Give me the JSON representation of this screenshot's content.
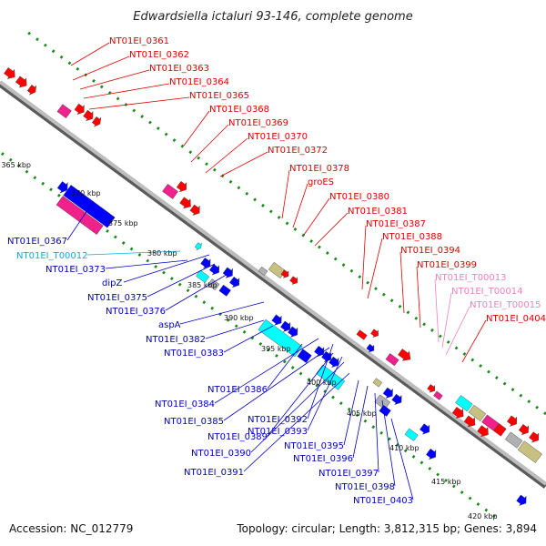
{
  "title": "Edwardsiella ictaluri 93-146, complete genome",
  "footer": {
    "accession": "Accession: NC_012779",
    "summary": "Topology: circular; Length: 3,812,315 bp; Genes: 3,894"
  },
  "colors": {
    "forward_label": "#e00000",
    "reverse_label": "#0000c0",
    "trna_label": "#00b0e0",
    "pseudo_label": "#f080c0",
    "backbone": "#7a7a7a",
    "tick_green": "#1a8a1a",
    "gene_red": "#ff0000",
    "gene_blue": "#0000ff",
    "gene_magenta": "#f0208c",
    "gene_cyan": "#00ffff",
    "gene_olive": "#c8c080",
    "gene_grey": "#b0b0b0"
  },
  "ruler": [
    "365 kbp",
    "370 kbp",
    "375 kbp",
    "380 kbp",
    "385 kbp",
    "390 kbp",
    "395 kbp",
    "400 kbp",
    "405 kbp",
    "410 kbp",
    "415 kbp",
    "420 kbp"
  ],
  "top_labels": [
    {
      "text": "NT01EI_0361",
      "kind": "forward"
    },
    {
      "text": "NT01EI_0362",
      "kind": "forward"
    },
    {
      "text": "NT01EI_0363",
      "kind": "forward"
    },
    {
      "text": "NT01EI_0364",
      "kind": "forward"
    },
    {
      "text": "NT01EI_0365",
      "kind": "forward"
    },
    {
      "text": "NT01EI_0368",
      "kind": "forward"
    },
    {
      "text": "NT01EI_0369",
      "kind": "forward"
    },
    {
      "text": "NT01EI_0370",
      "kind": "forward"
    },
    {
      "text": "NT01EI_0372",
      "kind": "forward"
    },
    {
      "text": "NT01EI_0378",
      "kind": "forward"
    },
    {
      "text": "groES",
      "kind": "forward"
    },
    {
      "text": "NT01EI_0380",
      "kind": "forward"
    },
    {
      "text": "NT01EI_0381",
      "kind": "forward"
    },
    {
      "text": "NT01EI_0387",
      "kind": "forward"
    },
    {
      "text": "NT01EI_0388",
      "kind": "forward"
    },
    {
      "text": "NT01EI_0394",
      "kind": "forward"
    },
    {
      "text": "NT01EI_0399",
      "kind": "forward"
    },
    {
      "text": "NT01EI_T00013",
      "kind": "pseudo"
    },
    {
      "text": "NT01EI_T00014",
      "kind": "pseudo"
    },
    {
      "text": "NT01EI_T00015",
      "kind": "pseudo"
    },
    {
      "text": "NT01EI_0404",
      "kind": "forward"
    }
  ],
  "bottom_labels": [
    {
      "text": "NT01EI_0367",
      "kind": "reverse"
    },
    {
      "text": "NT01EI_T00012",
      "kind": "trna"
    },
    {
      "text": "NT01EI_0373",
      "kind": "reverse"
    },
    {
      "text": "dipZ",
      "kind": "reverse"
    },
    {
      "text": "NT01EI_0375",
      "kind": "reverse"
    },
    {
      "text": "NT01EI_0376",
      "kind": "reverse"
    },
    {
      "text": "aspA",
      "kind": "reverse"
    },
    {
      "text": "NT01EI_0382",
      "kind": "reverse"
    },
    {
      "text": "NT01EI_0383",
      "kind": "reverse"
    },
    {
      "text": "NT01EI_0386",
      "kind": "reverse"
    },
    {
      "text": "NT01EI_0384",
      "kind": "reverse"
    },
    {
      "text": "NT01EI_0385",
      "kind": "reverse"
    },
    {
      "text": "NT01EI_0392",
      "kind": "reverse"
    },
    {
      "text": "NT01EI_0389",
      "kind": "reverse"
    },
    {
      "text": "NT01EI_0393",
      "kind": "reverse"
    },
    {
      "text": "NT01EI_0390",
      "kind": "reverse"
    },
    {
      "text": "NT01EI_0395",
      "kind": "reverse"
    },
    {
      "text": "NT01EI_0391",
      "kind": "reverse"
    },
    {
      "text": "NT01EI_0396",
      "kind": "reverse"
    },
    {
      "text": "NT01EI_0397",
      "kind": "reverse"
    },
    {
      "text": "NT01EI_0398",
      "kind": "reverse"
    },
    {
      "text": "NT01EI_0403",
      "kind": "reverse"
    }
  ]
}
